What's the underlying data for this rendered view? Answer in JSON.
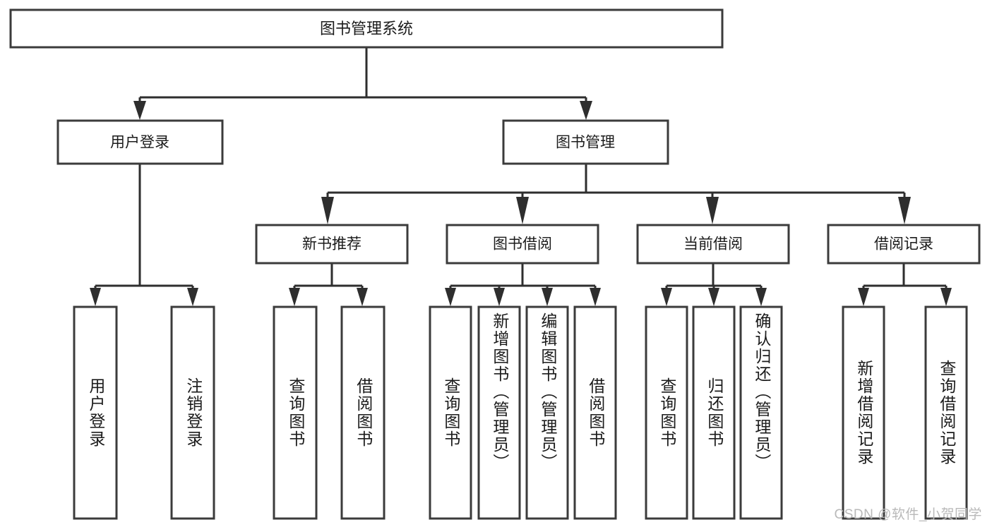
{
  "diagram": {
    "type": "tree",
    "orientation": "top-down",
    "title": "图书管理系统",
    "watermark": "CSDN @软件_小贺同学",
    "colors": {
      "box_stroke": "#3b3b3b",
      "connector": "#2e2e2e",
      "box_fill": "#ffffff",
      "text": "#1b1b1b",
      "watermark": "#b9b9b9",
      "background": "#ffffff"
    },
    "levels": [
      {
        "level": 1,
        "nodes": [
          {
            "id": "root",
            "label": "图书管理系统",
            "orientation": "horizontal"
          }
        ]
      },
      {
        "level": 2,
        "nodes": [
          {
            "id": "user-login",
            "label": "用户登录",
            "parent": "root",
            "orientation": "horizontal"
          },
          {
            "id": "book-management",
            "label": "图书管理",
            "parent": "root",
            "orientation": "horizontal"
          }
        ]
      },
      {
        "level": 3,
        "nodes": [
          {
            "id": "new-book-recommend",
            "label": "新书推荐",
            "parent": "book-management",
            "orientation": "horizontal"
          },
          {
            "id": "book-borrow",
            "label": "图书借阅",
            "parent": "book-management",
            "orientation": "horizontal"
          },
          {
            "id": "current-borrow",
            "label": "当前借阅",
            "parent": "book-management",
            "orientation": "horizontal"
          },
          {
            "id": "borrow-record",
            "label": "借阅记录",
            "parent": "book-management",
            "orientation": "horizontal"
          }
        ]
      },
      {
        "level": 4,
        "nodes": [
          {
            "id": "leaf-user-login",
            "label": "用户登录",
            "parent": "user-login",
            "orientation": "vertical"
          },
          {
            "id": "leaf-logout-login",
            "label": "注销登录",
            "parent": "user-login",
            "orientation": "vertical"
          },
          {
            "id": "leaf-query-book-1",
            "label": "查询图书",
            "parent": "new-book-recommend",
            "orientation": "vertical"
          },
          {
            "id": "leaf-borrow-book-1",
            "label": "借阅图书",
            "parent": "new-book-recommend",
            "orientation": "vertical"
          },
          {
            "id": "leaf-query-book-2",
            "label": "查询图书",
            "parent": "book-borrow",
            "orientation": "vertical"
          },
          {
            "id": "leaf-add-book-admin",
            "label": "新增图书（管理员）",
            "parent": "book-borrow",
            "orientation": "vertical"
          },
          {
            "id": "leaf-edit-book-admin",
            "label": "编辑图书（管理员）",
            "parent": "book-borrow",
            "orientation": "vertical"
          },
          {
            "id": "leaf-borrow-book-2",
            "label": "借阅图书",
            "parent": "book-borrow",
            "orientation": "vertical"
          },
          {
            "id": "leaf-query-book-3",
            "label": "查询图书",
            "parent": "current-borrow",
            "orientation": "vertical"
          },
          {
            "id": "leaf-return-book",
            "label": "归还图书",
            "parent": "current-borrow",
            "orientation": "vertical"
          },
          {
            "id": "leaf-confirm-return-admin",
            "label": "确认归还（管理员）",
            "parent": "current-borrow",
            "orientation": "vertical"
          },
          {
            "id": "leaf-add-borrow-record",
            "label": "新增借阅记录",
            "parent": "borrow-record",
            "orientation": "vertical"
          },
          {
            "id": "leaf-query-borrow-record",
            "label": "查询借阅记录",
            "parent": "borrow-record",
            "orientation": "vertical"
          }
        ]
      }
    ],
    "edges": [
      {
        "from": "root",
        "to": "user-login"
      },
      {
        "from": "root",
        "to": "book-management"
      },
      {
        "from": "book-management",
        "to": "new-book-recommend"
      },
      {
        "from": "book-management",
        "to": "book-borrow"
      },
      {
        "from": "book-management",
        "to": "current-borrow"
      },
      {
        "from": "book-management",
        "to": "borrow-record"
      },
      {
        "from": "user-login",
        "to": "leaf-user-login"
      },
      {
        "from": "user-login",
        "to": "leaf-logout-login"
      },
      {
        "from": "new-book-recommend",
        "to": "leaf-query-book-1"
      },
      {
        "from": "new-book-recommend",
        "to": "leaf-borrow-book-1"
      },
      {
        "from": "book-borrow",
        "to": "leaf-query-book-2"
      },
      {
        "from": "book-borrow",
        "to": "leaf-add-book-admin"
      },
      {
        "from": "book-borrow",
        "to": "leaf-edit-book-admin"
      },
      {
        "from": "book-borrow",
        "to": "leaf-borrow-book-2"
      },
      {
        "from": "current-borrow",
        "to": "leaf-query-book-3"
      },
      {
        "from": "current-borrow",
        "to": "leaf-return-book"
      },
      {
        "from": "current-borrow",
        "to": "leaf-confirm-return-admin"
      },
      {
        "from": "borrow-record",
        "to": "leaf-add-borrow-record"
      },
      {
        "from": "borrow-record",
        "to": "leaf-query-borrow-record"
      }
    ]
  }
}
